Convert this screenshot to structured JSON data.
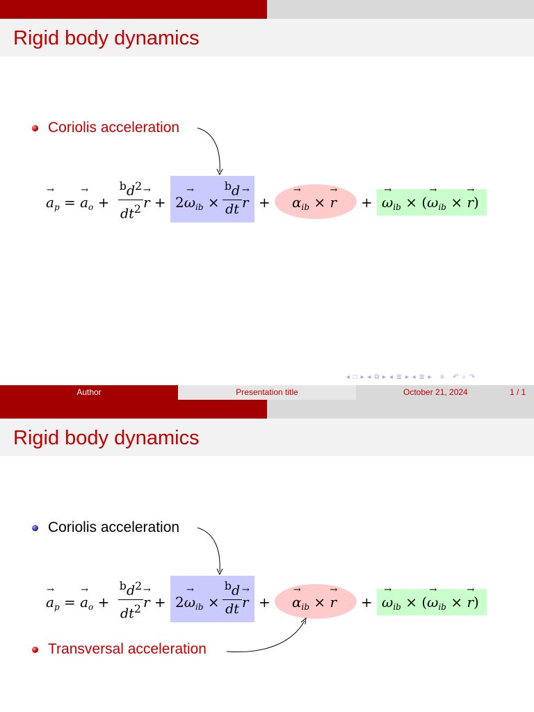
{
  "slides": [
    {
      "title": "Rigid body dynamics",
      "bullets": [
        {
          "text": "Coriolis acceleration",
          "state": "active"
        }
      ]
    },
    {
      "title": "Rigid body dynamics",
      "bullets": [
        {
          "text": "Coriolis acceleration",
          "state": "inactive"
        },
        {
          "text": "Transversal acceleration",
          "state": "active"
        }
      ]
    }
  ],
  "footer": {
    "author": "Author",
    "presentation_title": "Presentation title",
    "date": "October 21, 2024",
    "page": "1 / 1"
  },
  "equation": {
    "lhs": "a_p = a_o + (b d²/dt²) r +",
    "coriolis_term": "2 ω_ib × (b d/dt) r",
    "transversal_term": "α_ib × r",
    "centripetal_term": "ω_ib × (ω_ib × r)"
  },
  "highlight_colors": {
    "coriolis": "#cacaff",
    "transversal": "#ffcaca",
    "centripetal": "#c9ffca",
    "accent": "#c00000"
  },
  "nav_icons": [
    "nav-prev-frame-icon",
    "nav-frame-icon",
    "nav-next-frame-icon",
    "nav-prev-subsection-icon",
    "nav-subsection-icon",
    "nav-next-subsection-icon",
    "nav-prev-section-icon",
    "nav-section-icon",
    "nav-next-section-icon",
    "nav-toc-icon",
    "nav-search-icon"
  ]
}
